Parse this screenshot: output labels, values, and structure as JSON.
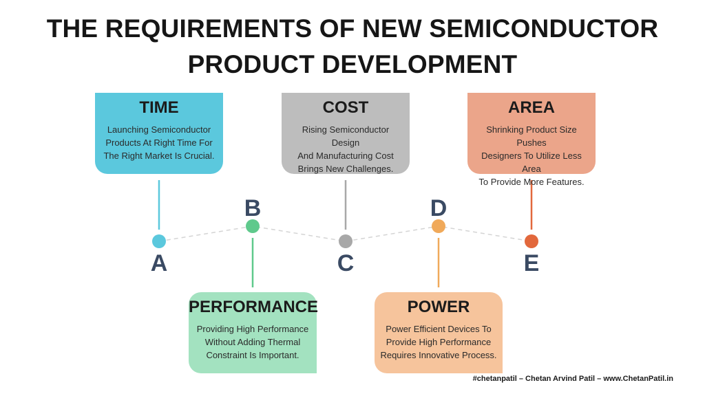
{
  "title": {
    "line1": "THE REQUIREMENTS OF NEW SEMICONDUCTOR",
    "line2": "PRODUCT DEVELOPMENT"
  },
  "nodes": [
    {
      "letter": "A",
      "heading": "TIME",
      "body": [
        "Launching Semiconductor",
        "Products At Right Time For",
        "The Right Market Is Crucial."
      ],
      "color": "#5bc8dd",
      "card_color": "#5bc8dd"
    },
    {
      "letter": "B",
      "heading": "PERFORMANCE",
      "body": [
        "Providing High Performance",
        "Without Adding Thermal",
        "Constraint Is Important."
      ],
      "color": "#5fc98c",
      "card_color": "#a3e2c0"
    },
    {
      "letter": "C",
      "heading": "COST",
      "body": [
        "Rising Semiconductor Design",
        "And Manufacturing Cost",
        "Brings New Challenges."
      ],
      "color": "#a8a8a8",
      "card_color": "#bdbdbd"
    },
    {
      "letter": "D",
      "heading": "POWER",
      "body": [
        "Power Efficient Devices To",
        "Provide High Performance",
        "Requires Innovative Process."
      ],
      "color": "#f0a95a",
      "card_color": "#f6c49c"
    },
    {
      "letter": "E",
      "heading": "AREA",
      "body": [
        "Shrinking Product Size Pushes",
        "Designers To Utilize Less Area",
        "To Provide More Features."
      ],
      "color": "#e2683c",
      "card_color": "#eba58a"
    }
  ],
  "footer": "#chetanpatil – Chetan Arvind Patil – www.ChetanPatil.in"
}
